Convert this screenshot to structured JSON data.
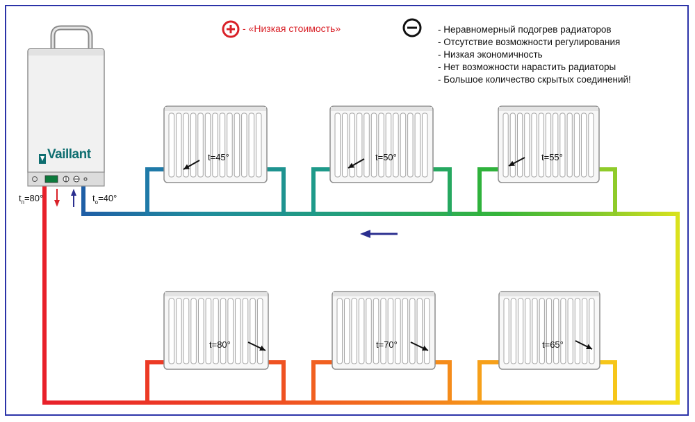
{
  "legend": {
    "plus_symbol": "+",
    "plus_text": "- «Низкая стоимость»",
    "plus_color": "#d92128",
    "minus_symbol": "−",
    "cons": [
      "- Неравномерный подогрев радиаторов",
      "- Отсутствие возможности регулирования",
      "- Низкая экономичность",
      "- Нет возможности нарастить радиаторы",
      "- Большое количество скрытых соединений!"
    ]
  },
  "boiler": {
    "brand": "Vaillant",
    "supply_label": "t",
    "supply_sub": "п",
    "supply_value": "=80°",
    "return_label": "t",
    "return_sub": "о",
    "return_value": "=40°"
  },
  "radiators": {
    "top": [
      {
        "temp": "t=45°"
      },
      {
        "temp": "t=50°"
      },
      {
        "temp": "t=55°"
      }
    ],
    "bottom": [
      {
        "temp": "t=80°"
      },
      {
        "temp": "t=70°"
      },
      {
        "temp": "t=65°"
      }
    ]
  },
  "colors": {
    "frame": "#2b33a8",
    "hot": "#e8202a",
    "cold": "#1f5fa6",
    "flow_arrow": "#2b2f8f"
  }
}
